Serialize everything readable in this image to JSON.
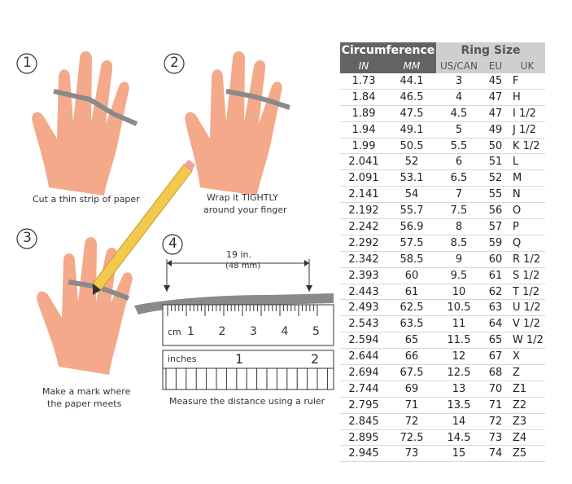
{
  "steps": [
    {
      "number": "1",
      "caption": "Cut a thin strip of paper"
    },
    {
      "number": "2",
      "caption_line1": "Wrap it TIGHTLY",
      "caption_line2": "around your finger"
    },
    {
      "number": "3",
      "caption_line1": "Make a mark where",
      "caption_line2": "the paper meets"
    },
    {
      "number": "4",
      "caption": "Measure the distance using a ruler"
    }
  ],
  "measure": {
    "length_in": "19 in.",
    "length_mm": "(48 mm)"
  },
  "ruler": {
    "cm_label": "cm",
    "cm_ticks": [
      "1",
      "2",
      "3",
      "4",
      "5"
    ],
    "inch_label": "inches",
    "inch_ticks": [
      "1",
      "2"
    ]
  },
  "table": {
    "header_circumference": "Circumference",
    "header_ring_size": "Ring Size",
    "columns": [
      "IN",
      "MM",
      "US/CAN",
      "EU",
      "UK"
    ],
    "rows": [
      [
        "1.73",
        "44.1",
        "3",
        "45",
        "F"
      ],
      [
        "1.84",
        "46.5",
        "4",
        "47",
        "H"
      ],
      [
        "1.89",
        "47.5",
        "4.5",
        "47",
        "I 1/2"
      ],
      [
        "1.94",
        "49.1",
        "5",
        "49",
        "J 1/2"
      ],
      [
        "1.99",
        "50.5",
        "5.5",
        "50",
        "K 1/2"
      ],
      [
        "2.041",
        "52",
        "6",
        "51",
        "L"
      ],
      [
        "2.091",
        "53.1",
        "6.5",
        "52",
        "M"
      ],
      [
        "2.141",
        "54",
        "7",
        "55",
        "N"
      ],
      [
        "2.192",
        "55.7",
        "7.5",
        "56",
        "O"
      ],
      [
        "2.242",
        "56.9",
        "8",
        "57",
        "P"
      ],
      [
        "2.292",
        "57.5",
        "8.5",
        "59",
        "Q"
      ],
      [
        "2.342",
        "58.5",
        "9",
        "60",
        "R 1/2"
      ],
      [
        "2.393",
        "60",
        "9.5",
        "61",
        "S 1/2"
      ],
      [
        "2.443",
        "61",
        "10",
        "62",
        "T 1/2"
      ],
      [
        "2.493",
        "62.5",
        "10.5",
        "63",
        "U 1/2"
      ],
      [
        "2.543",
        "63.5",
        "11",
        "64",
        "V 1/2"
      ],
      [
        "2.594",
        "65",
        "11.5",
        "65",
        "W 1/2"
      ],
      [
        "2.644",
        "66",
        "12",
        "67",
        "X"
      ],
      [
        "2.694",
        "67.5",
        "12.5",
        "68",
        "Z"
      ],
      [
        "2.744",
        "69",
        "13",
        "70",
        "Z1"
      ],
      [
        "2.795",
        "71",
        "13.5",
        "71",
        "Z2"
      ],
      [
        "2.845",
        "72",
        "14",
        "72",
        "Z3"
      ],
      [
        "2.895",
        "72.5",
        "14.5",
        "73",
        "Z4"
      ],
      [
        "2.945",
        "73",
        "15",
        "74",
        "Z5"
      ]
    ]
  },
  "colors": {
    "skin": "#f3a98a",
    "skin_shade": "#e8937a",
    "paper_strip": "#8a8a8a",
    "pencil": "#f2c94c",
    "header_dark": "#636363",
    "header_light": "#cfcfcf"
  }
}
